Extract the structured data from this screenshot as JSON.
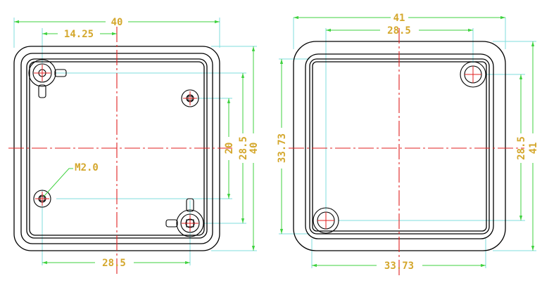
{
  "colors": {
    "dimension_line": "#3fd23f",
    "extension_line": "#7fdede",
    "text": "#d4a72c",
    "center_line": "#e02020",
    "outline": "#000000",
    "background": "#ffffff"
  },
  "left_view": {
    "width_label": "40",
    "hole_offset_label": "14.25",
    "bottom_spacing_label": "28.5",
    "height_label": "40",
    "vertical_spacing_label": "28.5",
    "inner_spacing_label": "20",
    "thread_label": "M2.0"
  },
  "right_view": {
    "width_label": "41",
    "hole_spacing_label": "28.5",
    "bottom_label": "33.73",
    "left_height_label": "33.73",
    "vertical_spacing_label": "28.5",
    "height_label": "41"
  }
}
